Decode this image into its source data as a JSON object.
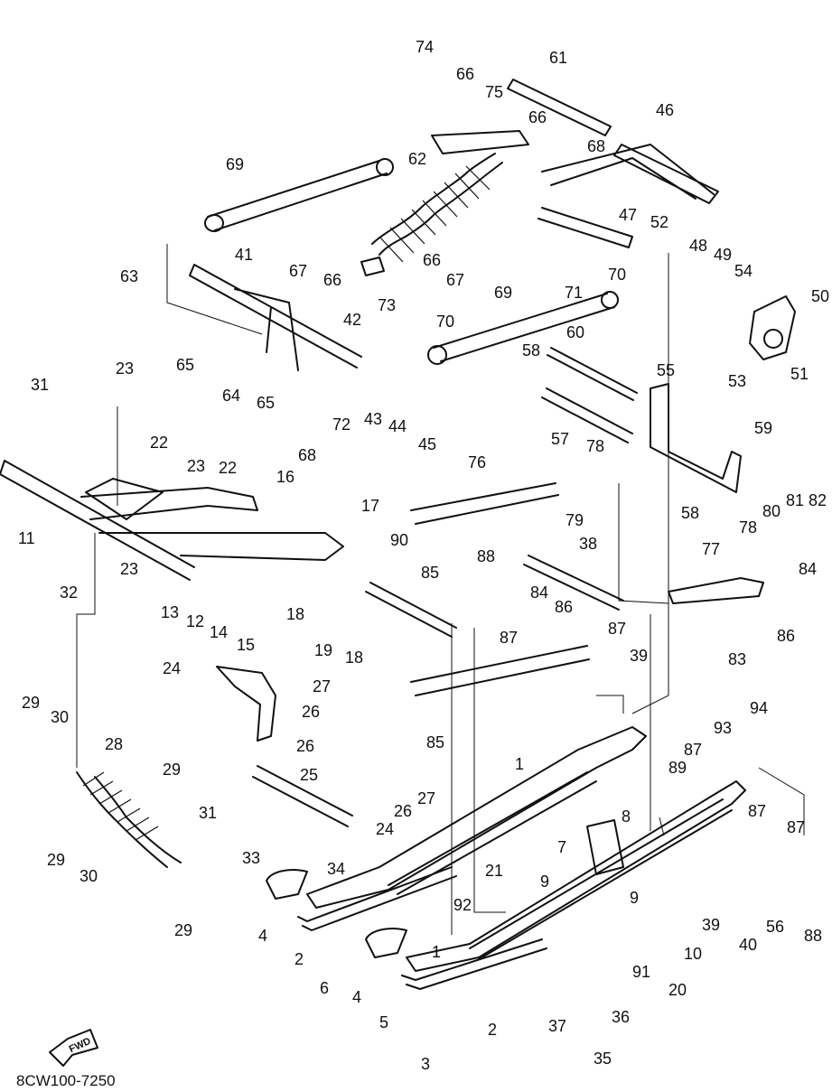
{
  "diagram_code": "8CW100-7250",
  "fwd_label": "FWD",
  "callouts": [
    {
      "id": "c74",
      "text": "74"
    },
    {
      "id": "c66a",
      "text": "66"
    },
    {
      "id": "c75",
      "text": "75"
    },
    {
      "id": "c61",
      "text": "61"
    },
    {
      "id": "c46",
      "text": "46"
    },
    {
      "id": "c66b",
      "text": "66"
    },
    {
      "id": "c68a",
      "text": "68"
    },
    {
      "id": "c69a",
      "text": "69"
    },
    {
      "id": "c62",
      "text": "62"
    },
    {
      "id": "c47",
      "text": "47"
    },
    {
      "id": "c52",
      "text": "52"
    },
    {
      "id": "c48",
      "text": "48"
    },
    {
      "id": "c49",
      "text": "49"
    },
    {
      "id": "c54",
      "text": "54"
    },
    {
      "id": "c50",
      "text": "50"
    },
    {
      "id": "c67a",
      "text": "67"
    },
    {
      "id": "c66c",
      "text": "66"
    },
    {
      "id": "c66d",
      "text": "66"
    },
    {
      "id": "c67b",
      "text": "67"
    },
    {
      "id": "c71",
      "text": "71"
    },
    {
      "id": "c70a",
      "text": "70"
    },
    {
      "id": "c41",
      "text": "41"
    },
    {
      "id": "c63",
      "text": "63"
    },
    {
      "id": "c69b",
      "text": "69"
    },
    {
      "id": "c73",
      "text": "73"
    },
    {
      "id": "c70b",
      "text": "70"
    },
    {
      "id": "c60",
      "text": "60"
    },
    {
      "id": "c53",
      "text": "53"
    },
    {
      "id": "c51",
      "text": "51"
    },
    {
      "id": "c42",
      "text": "42"
    },
    {
      "id": "c58a",
      "text": "58"
    },
    {
      "id": "c23a",
      "text": "23"
    },
    {
      "id": "c65a",
      "text": "65"
    },
    {
      "id": "c31a",
      "text": "31"
    },
    {
      "id": "c64",
      "text": "64"
    },
    {
      "id": "c65b",
      "text": "65"
    },
    {
      "id": "c43",
      "text": "43"
    },
    {
      "id": "c44",
      "text": "44"
    },
    {
      "id": "c72",
      "text": "72"
    },
    {
      "id": "c55",
      "text": "55"
    },
    {
      "id": "c22a",
      "text": "22"
    },
    {
      "id": "c68b",
      "text": "68"
    },
    {
      "id": "c45",
      "text": "45"
    },
    {
      "id": "c57",
      "text": "57"
    },
    {
      "id": "c23b",
      "text": "23"
    },
    {
      "id": "c22b",
      "text": "22"
    },
    {
      "id": "c59",
      "text": "59"
    },
    {
      "id": "c78a",
      "text": "78"
    },
    {
      "id": "c76",
      "text": "76"
    },
    {
      "id": "c16",
      "text": "16"
    },
    {
      "id": "c11",
      "text": "11"
    },
    {
      "id": "c17",
      "text": "17"
    },
    {
      "id": "c79",
      "text": "79"
    },
    {
      "id": "c58b",
      "text": "58"
    },
    {
      "id": "c80",
      "text": "80"
    },
    {
      "id": "c81",
      "text": "81"
    },
    {
      "id": "c82",
      "text": "82"
    },
    {
      "id": "c23c",
      "text": "23"
    },
    {
      "id": "c90",
      "text": "90"
    },
    {
      "id": "c78b",
      "text": "78"
    },
    {
      "id": "c32",
      "text": "32"
    },
    {
      "id": "c85a",
      "text": "85"
    },
    {
      "id": "c38",
      "text": "38"
    },
    {
      "id": "c77",
      "text": "77"
    },
    {
      "id": "c88a",
      "text": "88"
    },
    {
      "id": "c84a",
      "text": "84"
    },
    {
      "id": "c13",
      "text": "13"
    },
    {
      "id": "c12",
      "text": "12"
    },
    {
      "id": "c14",
      "text": "14"
    },
    {
      "id": "c15",
      "text": "15"
    },
    {
      "id": "c18a",
      "text": "18"
    },
    {
      "id": "c19",
      "text": "19"
    },
    {
      "id": "c18b",
      "text": "18"
    },
    {
      "id": "c84b",
      "text": "84"
    },
    {
      "id": "c86a",
      "text": "86"
    },
    {
      "id": "c87a",
      "text": "87"
    },
    {
      "id": "c87b",
      "text": "87"
    },
    {
      "id": "c39a",
      "text": "39"
    },
    {
      "id": "c86b",
      "text": "86"
    },
    {
      "id": "c83",
      "text": "83"
    },
    {
      "id": "c24a",
      "text": "24"
    },
    {
      "id": "c27a",
      "text": "27"
    },
    {
      "id": "c85b",
      "text": "85"
    },
    {
      "id": "c29a",
      "text": "29"
    },
    {
      "id": "c30a",
      "text": "30"
    },
    {
      "id": "c26a",
      "text": "26"
    },
    {
      "id": "c94",
      "text": "94"
    },
    {
      "id": "c28",
      "text": "28"
    },
    {
      "id": "c26b",
      "text": "26"
    },
    {
      "id": "c93",
      "text": "93"
    },
    {
      "id": "c87c",
      "text": "87"
    },
    {
      "id": "c1a",
      "text": "1"
    },
    {
      "id": "c89",
      "text": "89"
    },
    {
      "id": "c29b",
      "text": "29"
    },
    {
      "id": "c25",
      "text": "25"
    },
    {
      "id": "c27b",
      "text": "27"
    },
    {
      "id": "c31b",
      "text": "31"
    },
    {
      "id": "c26c",
      "text": "26"
    },
    {
      "id": "c8",
      "text": "8"
    },
    {
      "id": "c24b",
      "text": "24"
    },
    {
      "id": "c87d",
      "text": "87"
    },
    {
      "id": "c87e",
      "text": "87"
    },
    {
      "id": "c7",
      "text": "7"
    },
    {
      "id": "c29c",
      "text": "29"
    },
    {
      "id": "c30b",
      "text": "30"
    },
    {
      "id": "c33",
      "text": "33"
    },
    {
      "id": "c34",
      "text": "34"
    },
    {
      "id": "c21",
      "text": "21"
    },
    {
      "id": "c9a",
      "text": "9"
    },
    {
      "id": "c29d",
      "text": "29"
    },
    {
      "id": "c4a",
      "text": "4"
    },
    {
      "id": "c92",
      "text": "92"
    },
    {
      "id": "c9b",
      "text": "9"
    },
    {
      "id": "c39b",
      "text": "39"
    },
    {
      "id": "c40",
      "text": "40"
    },
    {
      "id": "c56",
      "text": "56"
    },
    {
      "id": "c88b",
      "text": "88"
    },
    {
      "id": "c2a",
      "text": "2"
    },
    {
      "id": "c6",
      "text": "6"
    },
    {
      "id": "c1b",
      "text": "1"
    },
    {
      "id": "c10",
      "text": "10"
    },
    {
      "id": "c4b",
      "text": "4"
    },
    {
      "id": "c91",
      "text": "91"
    },
    {
      "id": "c20",
      "text": "20"
    },
    {
      "id": "c5",
      "text": "5"
    },
    {
      "id": "c37",
      "text": "37"
    },
    {
      "id": "c36",
      "text": "36"
    },
    {
      "id": "c2b",
      "text": "2"
    },
    {
      "id": "c3",
      "text": "3"
    },
    {
      "id": "c35",
      "text": "35"
    }
  ]
}
